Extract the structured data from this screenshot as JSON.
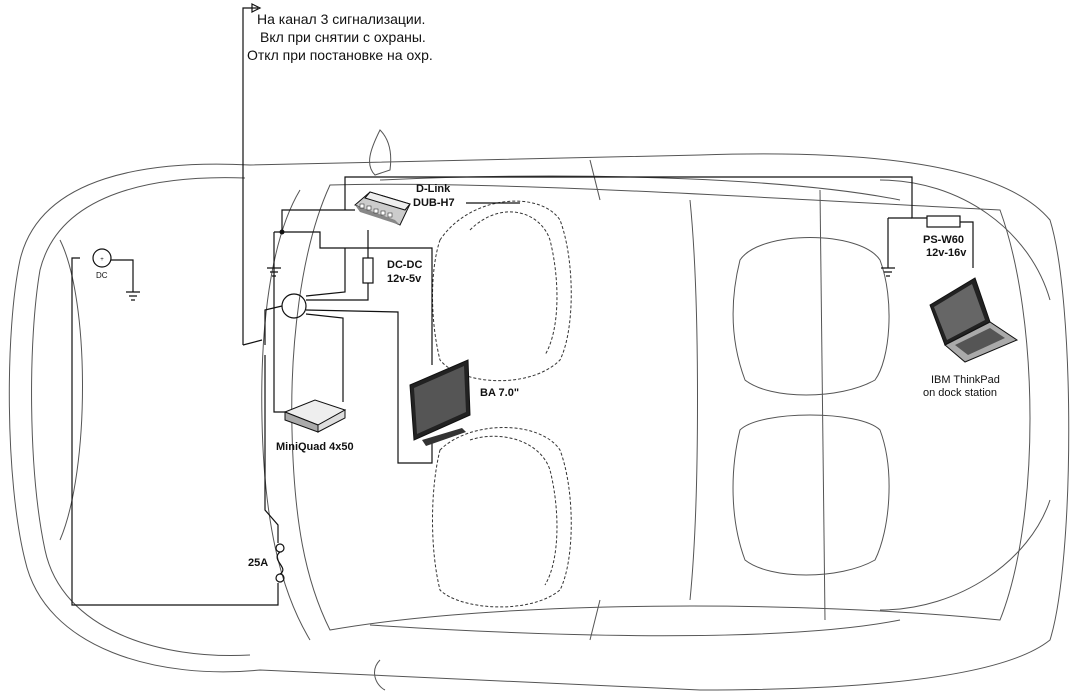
{
  "note": {
    "line1": "На  канал 3 сигнализации.",
    "line2": "Вкл при снятии с охраны.",
    "line3": "Откл при постановке на охр."
  },
  "labels": {
    "dc_source": "DC",
    "fuse": "25A",
    "dlink_line1": "D-Link",
    "dlink_line2": "DUB-H7",
    "dcdc_line1": "DC-DC",
    "dcdc_line2": "12v-5v",
    "miniquad": "MiniQuad 4x50",
    "monitor": "BA 7.0\"",
    "psw_line1": "PS-W60",
    "psw_line2": "12v-16v",
    "laptop_line1": "IBM ThinkPad",
    "laptop_line2": "on dock station"
  }
}
